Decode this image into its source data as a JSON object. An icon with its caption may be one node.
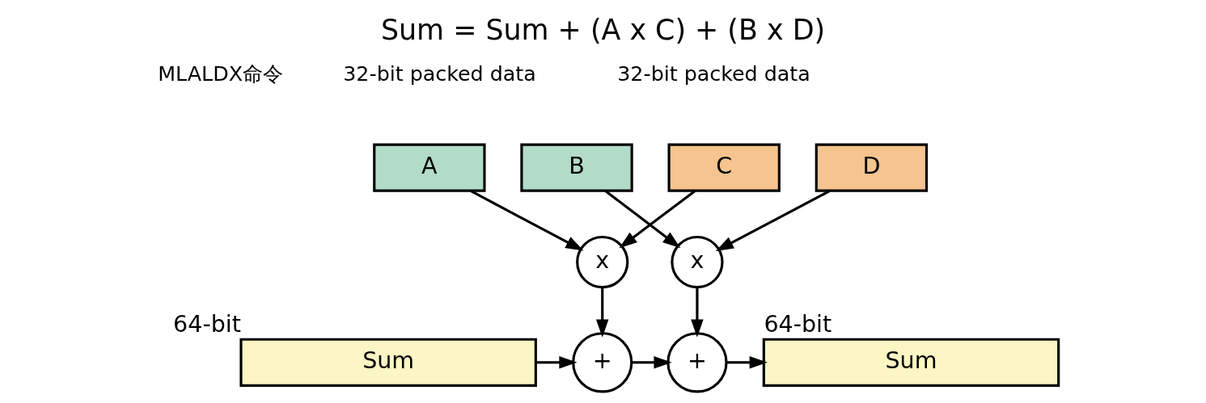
{
  "diagram": {
    "title": "Sum = Sum + (A x C) + (B x D)",
    "nodes": [
      {
        "text": [
          "A"
        ]
      },
      {
        "text": [
          "B"
        ]
      },
      {
        "text": [
          "C"
        ]
      },
      {
        "text": [
          "D"
        ]
      },
      {
        "text": [
          "x"
        ]
      },
      {
        "text": [
          "x"
        ]
      },
      {
        "text": [
          "Sum"
        ],
        "beside": [
          "64-bit"
        ]
      },
      {
        "text": [
          "+"
        ]
      },
      {
        "text": [
          "+"
        ]
      },
      {
        "text": [
          "Sum"
        ],
        "beside": [
          "64-bit"
        ]
      }
    ],
    "edges": [
      {
        "from": 0,
        "to": 4,
        "arrow": "to"
      },
      {
        "from": 1,
        "to": 5,
        "arrow": "to"
      },
      {
        "from": 2,
        "to": 4,
        "arrow": "to"
      },
      {
        "from": 3,
        "to": 5,
        "arrow": "to"
      },
      {
        "from": 4,
        "to": 7,
        "arrow": "to"
      },
      {
        "from": 5,
        "to": 8,
        "arrow": "to"
      },
      {
        "from": 6,
        "to": 7,
        "arrow": "to"
      },
      {
        "from": 7,
        "to": 8,
        "arrow": "to"
      },
      {
        "from": 8,
        "to": 9,
        "arrow": "to"
      }
    ],
    "labels": [
      "MLALDX命令",
      "32-bit packed data",
      "32-bit packed data"
    ]
  }
}
